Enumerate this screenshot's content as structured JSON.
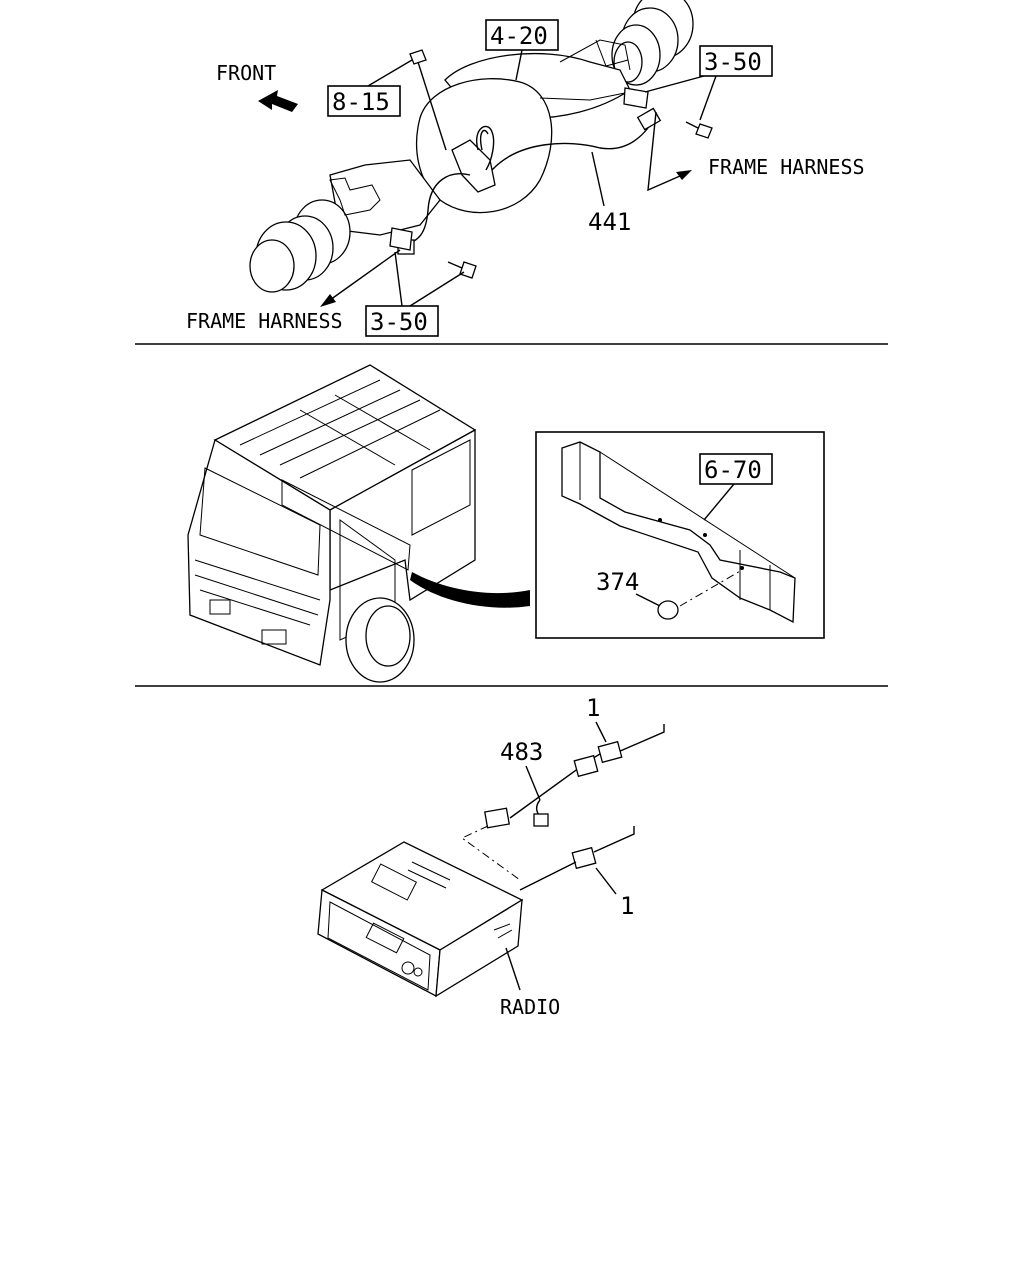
{
  "section_axle": {
    "front_label": "FRONT",
    "frame_harness_right": "FRAME HARNESS",
    "frame_harness_left": "FRAME HARNESS",
    "ref_4_20": "4-20",
    "ref_8_15": "8-15",
    "ref_3_50_top": "3-50",
    "ref_3_50_bottom": "3-50",
    "part_441": "441"
  },
  "section_cab": {
    "ref_6_70": "6-70",
    "part_374": "374"
  },
  "section_radio": {
    "part_483": "483",
    "part_1_top": "1",
    "part_1_right": "1",
    "radio_label": "RADIO"
  }
}
